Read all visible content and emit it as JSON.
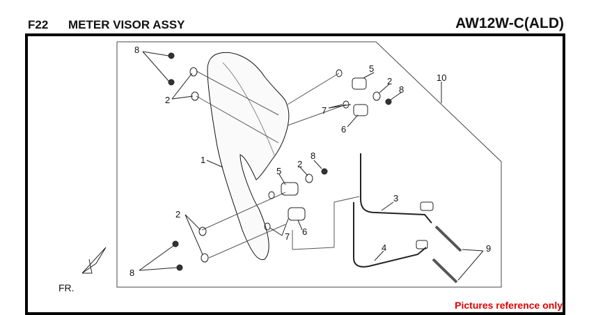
{
  "header": {
    "code": "F22",
    "title": "METER VISOR ASSY",
    "model": "AW12W-C(ALD)"
  },
  "diagram": {
    "direction_label": "FR.",
    "callouts": [
      "1",
      "2",
      "2",
      "2",
      "3",
      "4",
      "5",
      "5",
      "6",
      "6",
      "7",
      "7",
      "8",
      "8",
      "8",
      "8",
      "9",
      "10"
    ]
  },
  "note": "Pictures reference only",
  "colors": {
    "note": "#e00000",
    "frame": "#000000"
  }
}
